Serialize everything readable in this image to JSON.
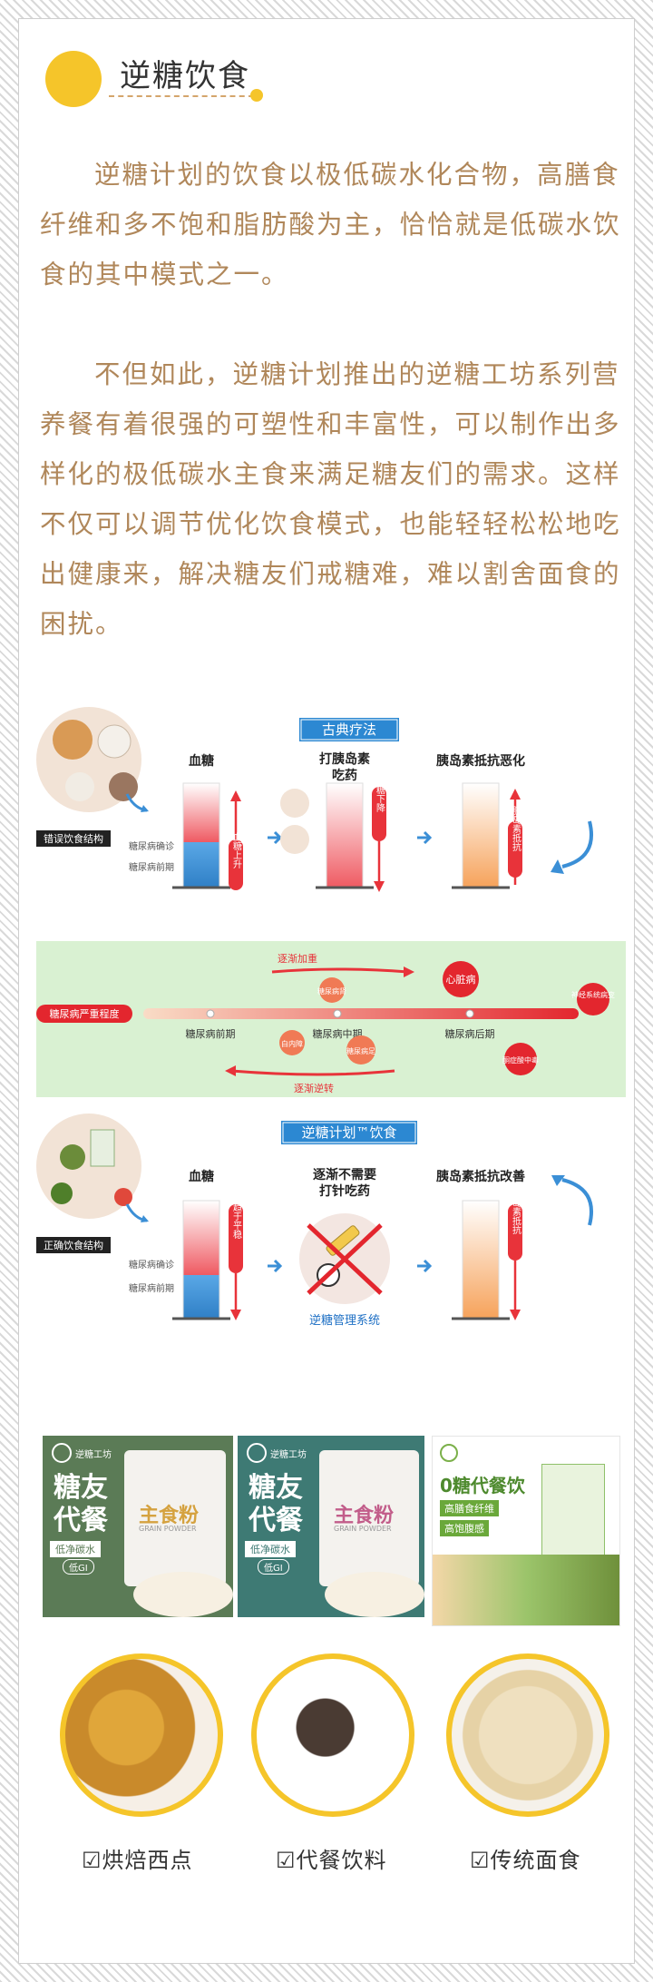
{
  "header": {
    "title": "逆糖饮食"
  },
  "paragraphs": [
    "逆糖计划的饮食以极低碳水化合物，高膳食纤维和多不饱和脂肪酸为主，恰恰就是低碳水饮食的其中模式之一。",
    "不但如此，逆糖计划推出的逆糖工坊系列营养餐有着很强的可塑性和丰富性，可以制作出多样化的极低碳水主食来满足糖友们的需求。这样不仅可以调节优化饮食模式，也能轻轻松松地吃出健康来，解决糖友们戒糖难，难以割舍面食的困扰。"
  ],
  "diagram": {
    "top": {
      "method": "古典疗法",
      "wrong_label": "错误饮食结构",
      "col1": "血糖",
      "col2_line1": "打胰岛素",
      "col2_line2": "吃药",
      "col3": "胰岛素抵抗恶化",
      "tick1": "糖尿病确诊",
      "tick2": "糖尿病前期",
      "bar1_vert": "血糖上升",
      "bar2_vert": "血糖下降",
      "bar3_vert": "胰岛素抵抗"
    },
    "middle": {
      "severity": "糖尿病严重程度",
      "increase": "逐渐加重",
      "reverse": "逐渐逆转",
      "stage1": "糖尿病前期",
      "stage2": "糖尿病中期",
      "stage3": "糖尿病后期",
      "comp_kidney": "糖尿病肾",
      "comp_heart": "心脏病",
      "comp_nerve": "神经系统病变",
      "comp_cataract": "白内障",
      "comp_foot": "糖尿病足",
      "comp_acid": "酮症酸中毒"
    },
    "bottom": {
      "method": "逆糖计划™饮食",
      "right_label": "正确饮食结构",
      "col1": "血糖",
      "col2_line1": "逐渐不需要",
      "col2_line2": "打针吃药",
      "col3": "胰岛素抵抗改善",
      "tick1": "糖尿病确诊",
      "tick2": "糖尿病前期",
      "bar1_vert": "血糖趋于平稳",
      "bar3_vert": "胰岛素抵抗",
      "system": "逆糖管理系统"
    }
  },
  "products": [
    {
      "brand": "逆糖工坊",
      "title": "糖友代餐",
      "tag1": "低净碳水",
      "tag2": "低GI",
      "pack_title": "主食粉",
      "pack_sub": "GRAIN POWDER"
    },
    {
      "brand": "逆糖工坊",
      "title": "糖友代餐",
      "tag1": "低净碳水",
      "tag2": "低GI",
      "pack_title": "主食粉",
      "pack_sub": "GRAIN POWDER"
    },
    {
      "title": "0糖代餐饮",
      "tag1": "高膳食纤维",
      "tag2": "高饱腹感"
    }
  ],
  "categories": [
    {
      "label": "☑烘焙西点"
    },
    {
      "label": "☑代餐饮料"
    },
    {
      "label": "☑传统面食"
    }
  ],
  "colors": {
    "accent": "#f5c52a",
    "text_brown": "#b0875a",
    "red": "#e8333a",
    "blue": "#3b8fd6"
  }
}
